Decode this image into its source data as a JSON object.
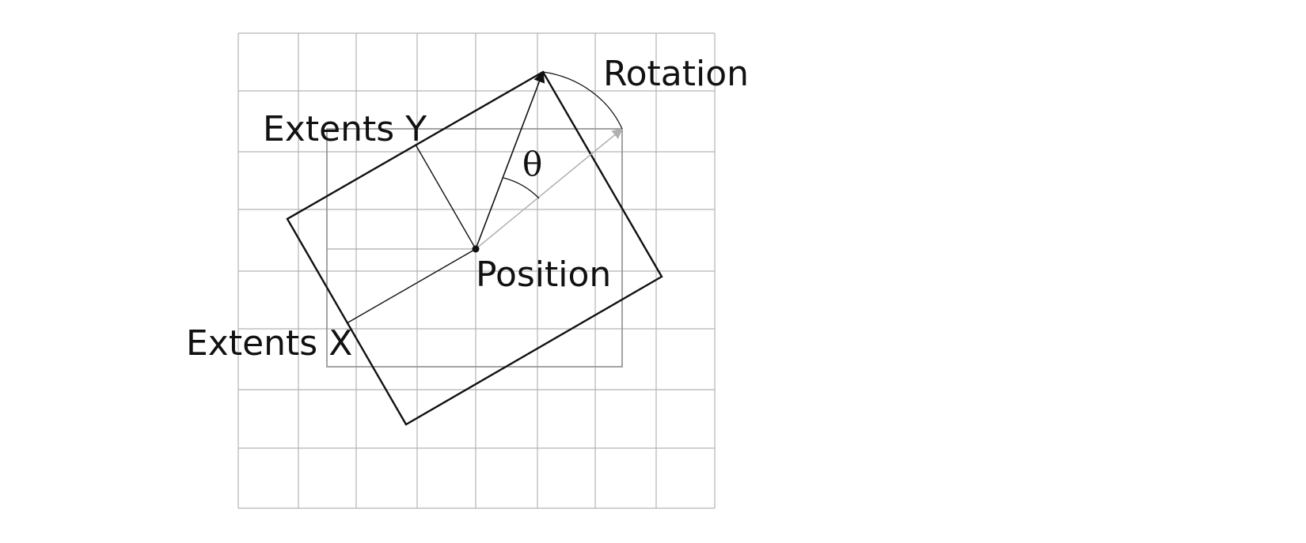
{
  "labels": {
    "rotation": "Rotation",
    "extents_y": "Extents Y",
    "theta": "θ",
    "position": "Position",
    "extents_x": "Extents X"
  },
  "colors": {
    "grid": "#b3b3b3",
    "box": "#111111",
    "axis_aligned_box": "#999999",
    "original_direction_arrow": "#b0b0b0"
  }
}
